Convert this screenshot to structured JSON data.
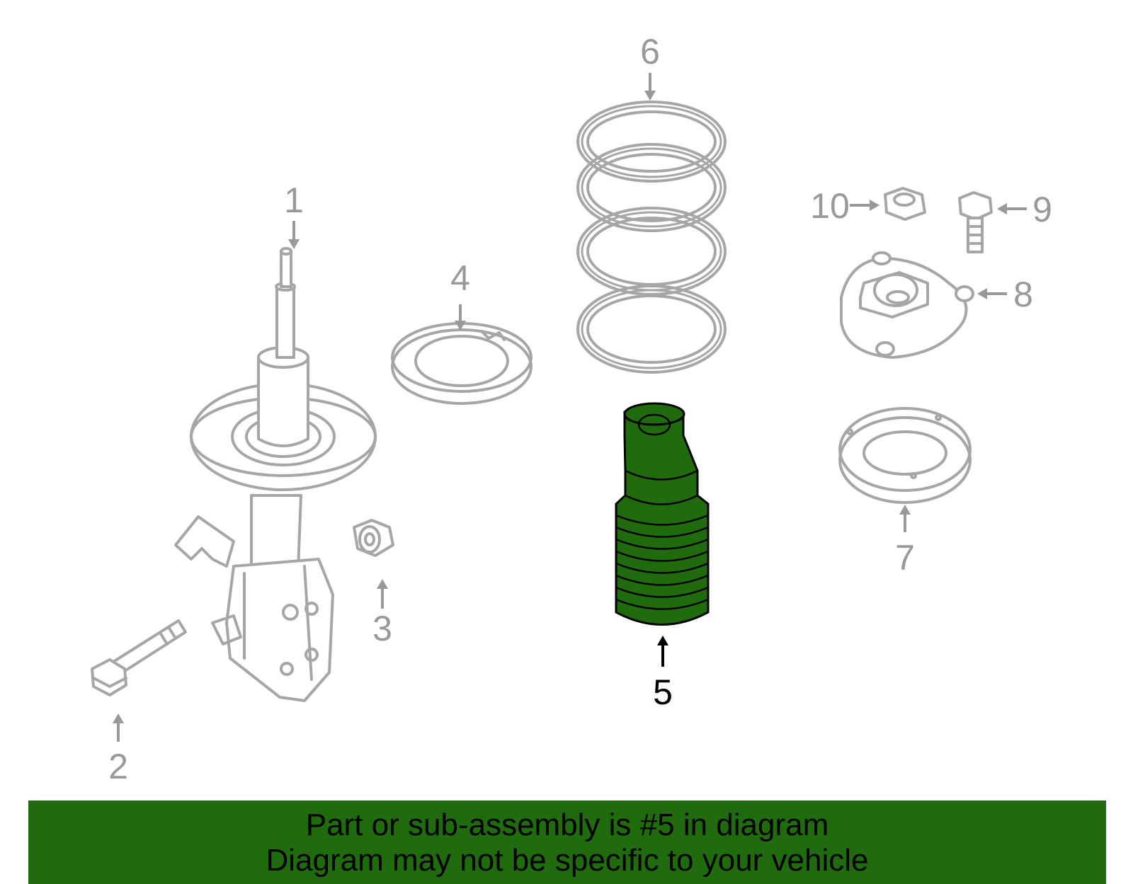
{
  "diagram": {
    "callouts": {
      "c1": "1",
      "c2": "2",
      "c3": "3",
      "c4": "4",
      "c5": "5",
      "c6": "6",
      "c7": "7",
      "c8": "8",
      "c9": "9",
      "c10": "10"
    },
    "highlighted_part": "5",
    "colors": {
      "highlight": "#1f6b0e",
      "line_art": "#a6a6a6",
      "callout_text": "#999999"
    }
  },
  "footer": {
    "line1": "Part or sub-assembly is #5 in diagram",
    "line2": "Diagram may not be specific to your vehicle"
  }
}
